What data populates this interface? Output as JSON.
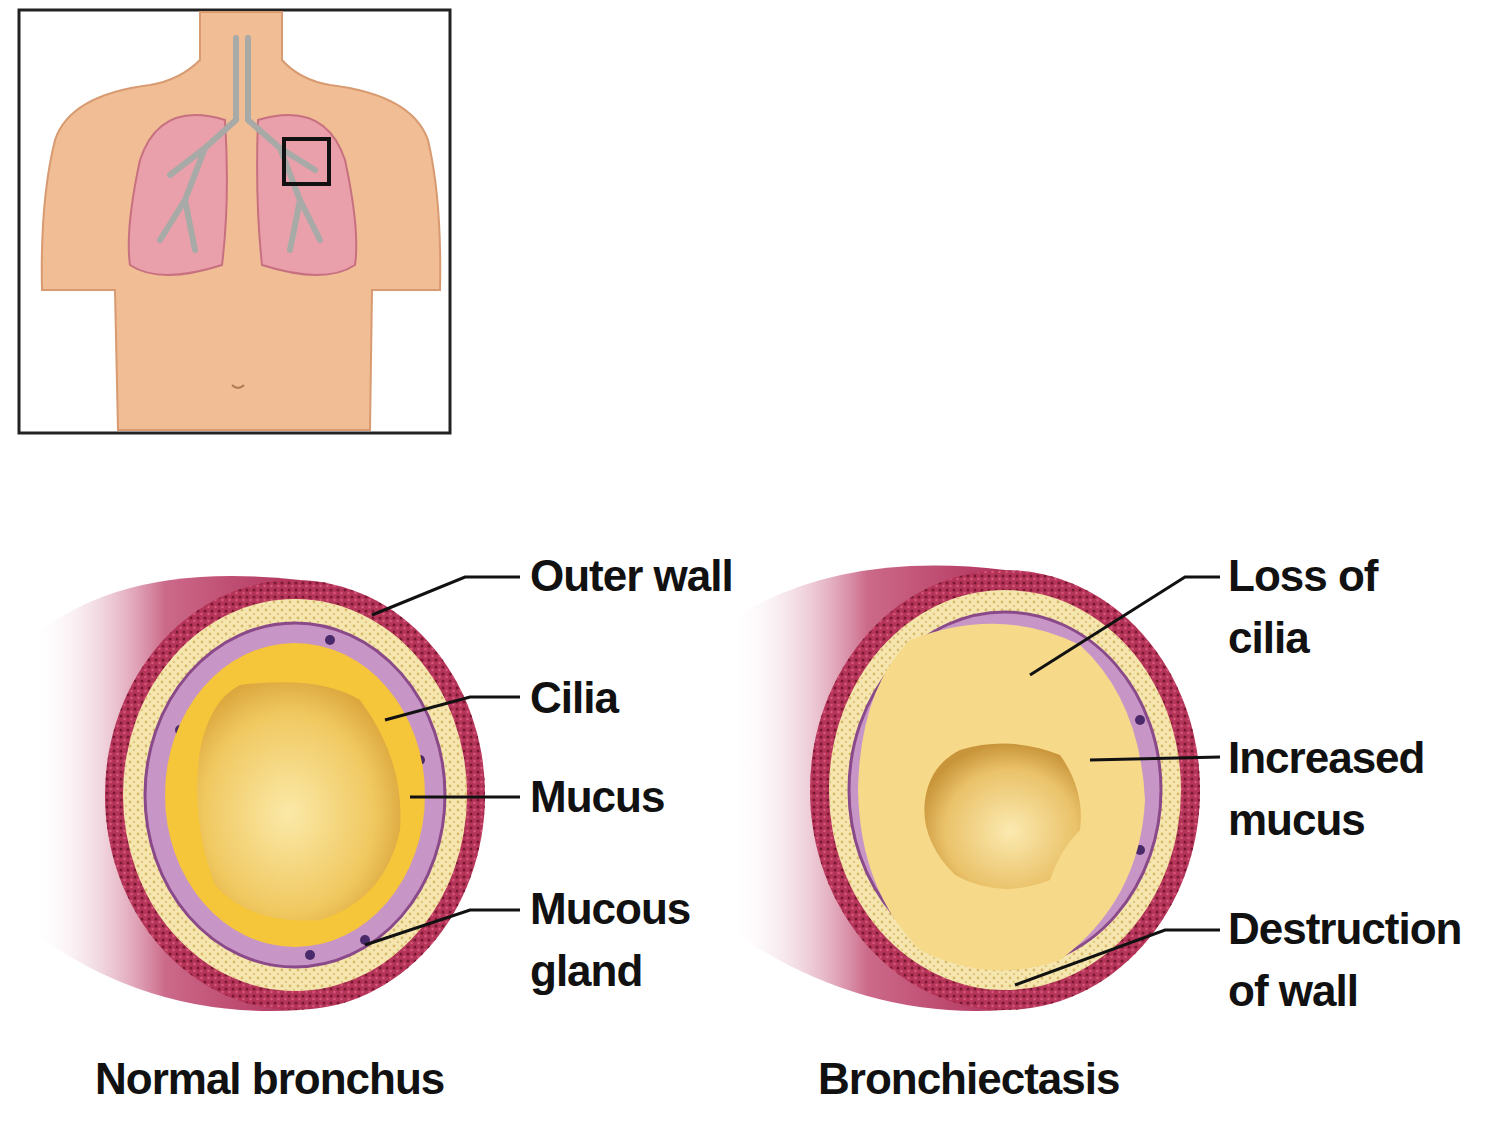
{
  "diagram": {
    "labels": [
      "Outer wall",
      "Cilia",
      "Mucus",
      "Mucous gland",
      "Normal bronchus",
      "Loss of cilia",
      "Increased mucus",
      "Destruction of wall",
      "Bronchiectasis"
    ]
  }
}
